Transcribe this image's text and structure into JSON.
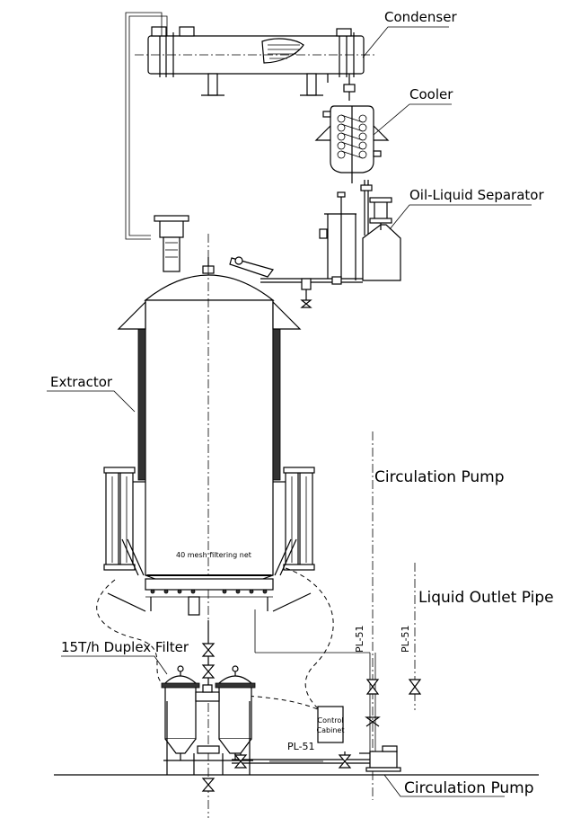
{
  "labels": {
    "condenser": "Condenser",
    "cooler": "Cooler",
    "oil_liquid_separator": "Oil-Liquid Separator",
    "extractor": "Extractor",
    "circulation_pump_right": "Circulation Pump",
    "liquid_outlet_pipe": "Liquid Outlet Pipe",
    "duplex_filter": "15T/h Duplex Filter",
    "circulation_pump_bottom": "Circulation Pump",
    "filtering_net": "40 mesh filtering net",
    "control_cabinet_line1": "Control",
    "control_cabinet_line2": "Cabinet",
    "pipe_tag_left": "PL-51",
    "pipe_tag_right": "PL-51",
    "pipe_tag_bottom": "PL-51"
  }
}
